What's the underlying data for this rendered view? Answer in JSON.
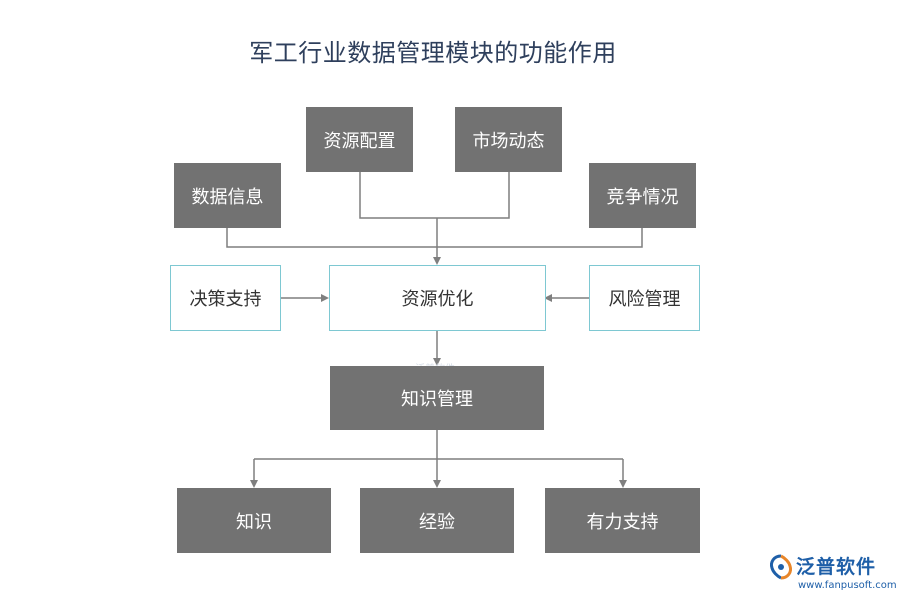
{
  "title": "军工行业数据管理模块的功能作用",
  "nodes": {
    "resource_config": "资源配置",
    "market_dynamics": "市场动态",
    "data_info": "数据信息",
    "competition": "竞争情况",
    "decision_support": "决策支持",
    "resource_opt": "资源优化",
    "risk_mgmt": "风险管理",
    "knowledge_mgmt": "知识管理",
    "knowledge": "知识",
    "experience": "经验",
    "strong_support": "有力支持"
  },
  "watermark": "泛普软件",
  "logo": {
    "name": "泛普软件",
    "url": "www.fanpusoft.com"
  },
  "colors": {
    "dark_box": "#727272",
    "light_border": "#7ec8d2",
    "connector": "#7f7f7f",
    "title": "#2e3f5c",
    "brand": "#1e5fa8",
    "brand_accent": "#e8862a"
  }
}
